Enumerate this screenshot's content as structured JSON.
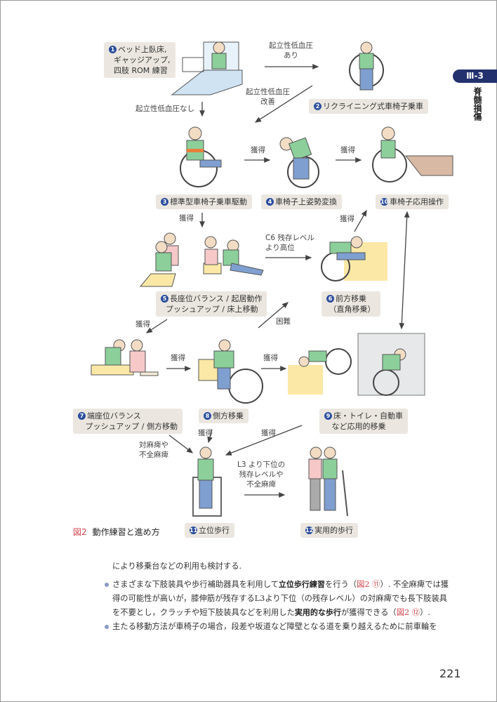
{
  "side_tab": {
    "section": "Ⅲ-3",
    "chapter": "脊髄損傷"
  },
  "figure": {
    "caption_num": "図2",
    "caption": "動作練習と進め方",
    "steps": [
      {
        "num": "1",
        "text": "ベッド上臥床,\n  ギャッジアップ,\n  四肢 ROM 練習"
      },
      {
        "num": "2",
        "text": "リクライニング式車椅子乗車"
      },
      {
        "num": "3",
        "text": "標準型車椅子乗車駆動"
      },
      {
        "num": "4",
        "text": "車椅子上姿勢変換"
      },
      {
        "num": "5",
        "text": "長座位バランス / 起居動作\n  プッシュアップ / 床上移動"
      },
      {
        "num": "6",
        "text": "前方移乗\n （直角移乗）"
      },
      {
        "num": "7",
        "text": "端座位バランス\n   プッシュアップ / 側方移動"
      },
      {
        "num": "8",
        "text": "側方移乗"
      },
      {
        "num": "9",
        "text": "床・トイレ・自動車\n   など応用的移乗"
      },
      {
        "num": "10",
        "text": "車椅子応用操作"
      },
      {
        "num": "11",
        "text": "立位歩行"
      },
      {
        "num": "12",
        "text": "実用的歩行"
      }
    ],
    "arrow_labels": {
      "hypotension_yes": "起立性低血圧\nあり",
      "hypotension_improved": "起立性低血圧\n改善",
      "hypotension_no": "起立性低血圧なし",
      "acquired": "獲得",
      "c6": "C6 残存レベル\nより高位",
      "difficult": "困難",
      "paraplegia": "対麻痺や\n不全麻痺",
      "l3": "L3 より下位の\n残存レベルや\n不全麻痺"
    }
  },
  "body": {
    "line0": "により移乗台などの利用も検討する.",
    "p1_a": "さまざまな下肢装具や歩行補助器具を利用して",
    "p1_b1": "立位歩行練習",
    "p1_c": "を行う（",
    "p1_ref1": "図2 ⑪",
    "p1_d": "）. 不全麻痺では獲得の可能性が高いが，膝伸筋が残存するL3より下位（の残存レベル）の対麻痺でも長下肢装具を不要とし，クラッチや短下肢装具などを利用した",
    "p1_b2": "実用的な歩行",
    "p1_e": "が獲得できる（",
    "p1_ref2": "図2 ⑫",
    "p1_f": "）.",
    "p2": "主たる移動方法が車椅子の場合，段差や坂道など障壁となる道を乗り越えるために前車輪を"
  },
  "page_number": "221",
  "colors": {
    "label_bg": "#ebe7e0",
    "number": "#2b4d9c",
    "accent": "#d2444d",
    "tab": "#23316e"
  }
}
